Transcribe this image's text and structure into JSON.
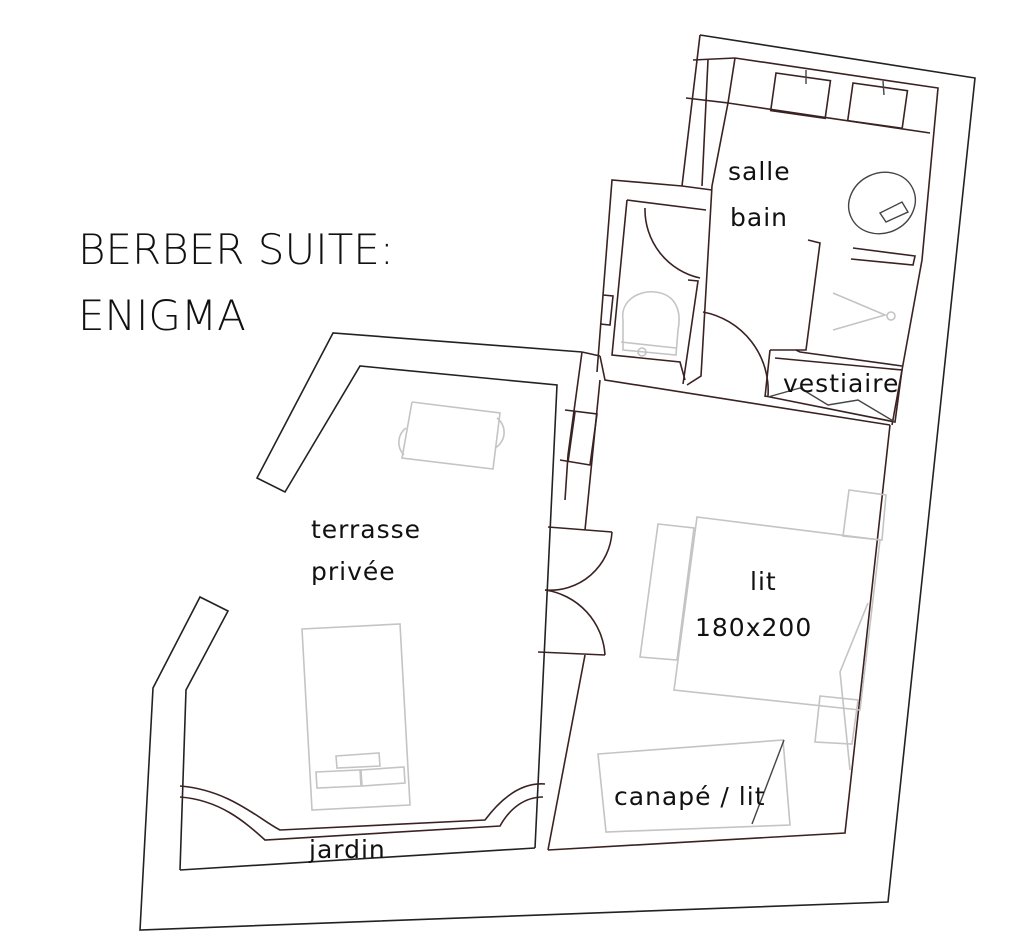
{
  "title": {
    "line1": "BERBER SUITE:",
    "line2": "ENIGMA"
  },
  "rooms": {
    "bathroom": [
      "salle",
      "bain"
    ],
    "dressing": "vestiaire",
    "terrace": [
      "terrasse",
      "privée"
    ],
    "bed": [
      "lit",
      "180x200"
    ],
    "sofa": "canapé / lit",
    "garden": "jardin"
  },
  "colors": {
    "wall": "#3b2222",
    "furniture": "#c4c4c4",
    "text": "#111111"
  }
}
